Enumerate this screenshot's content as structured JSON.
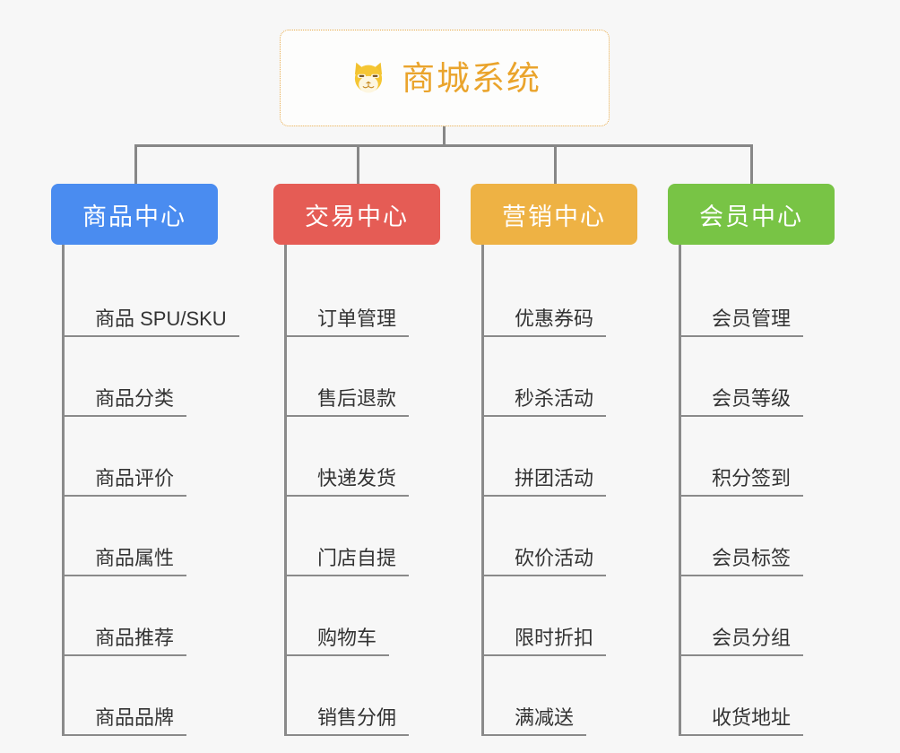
{
  "canvas": {
    "background": "#f7f7f7"
  },
  "root": {
    "title": "商城系统",
    "emoji_name": "shiba-dog-face-icon",
    "border_color": "#e8ab4a",
    "text_color": "#eaa42c"
  },
  "connector": {
    "color": "#878787"
  },
  "branches": [
    {
      "label": "商品中心",
      "color": "#4a8cf0",
      "items": [
        "商品 SPU/SKU",
        "商品分类",
        "商品评价",
        "商品属性",
        "商品推荐",
        "商品品牌"
      ]
    },
    {
      "label": "交易中心",
      "color": "#e55c55",
      "items": [
        "订单管理",
        "售后退款",
        "快递发货",
        "门店自提",
        "购物车",
        "销售分佣"
      ]
    },
    {
      "label": "营销中心",
      "color": "#eeb244",
      "items": [
        "优惠券码",
        "秒杀活动",
        "拼团活动",
        "砍价活动",
        "限时折扣",
        "满减送"
      ]
    },
    {
      "label": "会员中心",
      "color": "#78c445",
      "items": [
        "会员管理",
        "会员等级",
        "积分签到",
        "会员标签",
        "会员分组",
        "收货地址"
      ]
    }
  ]
}
